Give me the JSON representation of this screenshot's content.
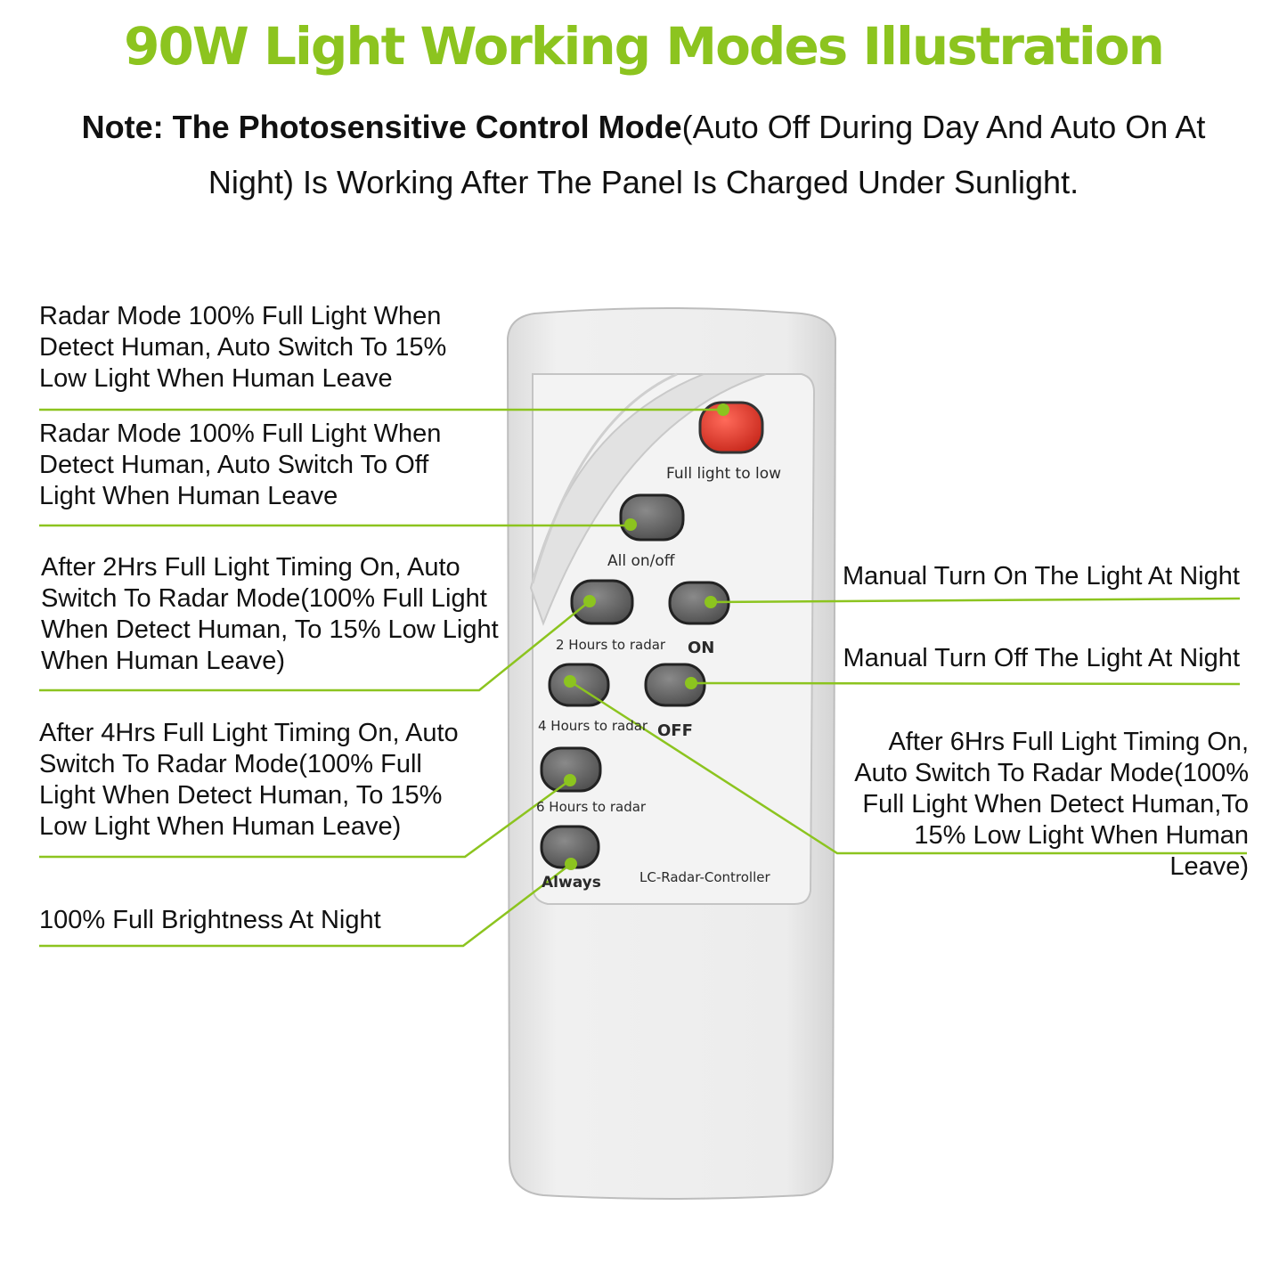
{
  "title": "90W Light Working Modes Illustration",
  "note": {
    "bold": "Note: The Photosensitive Control Mode",
    "rest": "(Auto Off During Day And Auto On At Night) Is Working After The Panel Is Charged Under Sunlight."
  },
  "remote": {
    "model": "LC-Radar-Controller",
    "buttons": {
      "full_light_to_low": "Full light to low",
      "all_on_off": "All on/off",
      "two_hours": "2 Hours to radar",
      "on": "ON",
      "four_hours": "4 Hours to radar",
      "off": "OFF",
      "six_hours": "6 Hours to radar",
      "always": "Always"
    }
  },
  "callouts": {
    "full_to_low": "Radar Mode 100% Full Light When Detect Human, Auto Switch To 15% Low Light When Human Leave",
    "all_on_off": "Radar Mode 100% Full Light When Detect Human, Auto Switch To Off Light When Human Leave",
    "two_hours": "After 2Hrs Full Light Timing On, Auto Switch To Radar Mode(100% Full Light When Detect Human, To 15% Low Light When Human Leave)",
    "four_hours": "After 4Hrs Full Light Timing On, Auto Switch To Radar Mode(100% Full Light When Detect Human, To 15% Low Light When Human Leave)",
    "always": "100% Full Brightness At Night",
    "on": "Manual Turn On The Light At Night",
    "off": "Manual Turn Off The Light At Night",
    "six_hours": "After 6Hrs Full Light Timing On, Auto Switch To Radar Mode(100% Full Light When Detect Human,To 15% Low Light When Human Leave)"
  },
  "colors": {
    "accent": "#8cc41f",
    "remote_body": "#e9e9e9",
    "red_button": "#e53a2c",
    "gray_button": "#6e6e6e"
  }
}
